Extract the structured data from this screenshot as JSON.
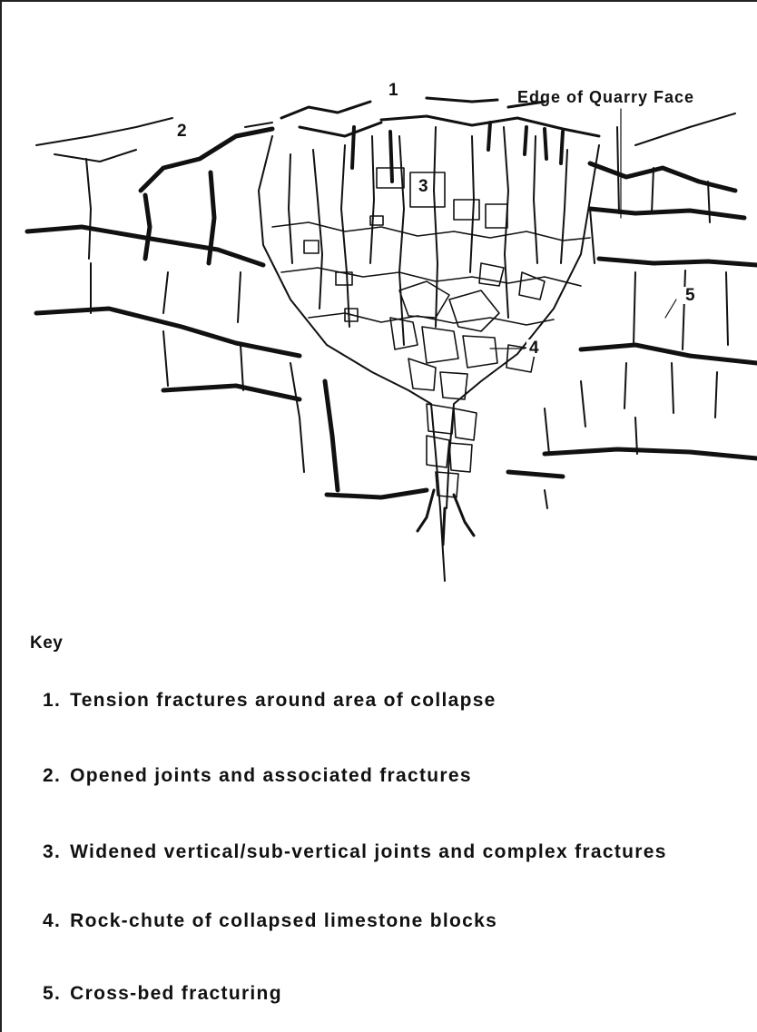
{
  "diagram": {
    "callouts": {
      "one": "1",
      "two": "2",
      "three": "3",
      "four": "4",
      "five": "5",
      "quarry_edge": "Edge of Quarry Face"
    }
  },
  "key": {
    "title": "Key",
    "items": [
      {
        "number": "1.",
        "text": "Tension  fractures around area  of collapse"
      },
      {
        "number": "2.",
        "text": "Opened  joints and associated  fractures"
      },
      {
        "number": "3.",
        "text": "Widened  vertical/sub-vertical  joints and  complex  fractures"
      },
      {
        "number": "4.",
        "text": "Rock-chute of collapsed limestone blocks"
      },
      {
        "number": "5.",
        "text": "Cross-bed fracturing"
      }
    ]
  }
}
